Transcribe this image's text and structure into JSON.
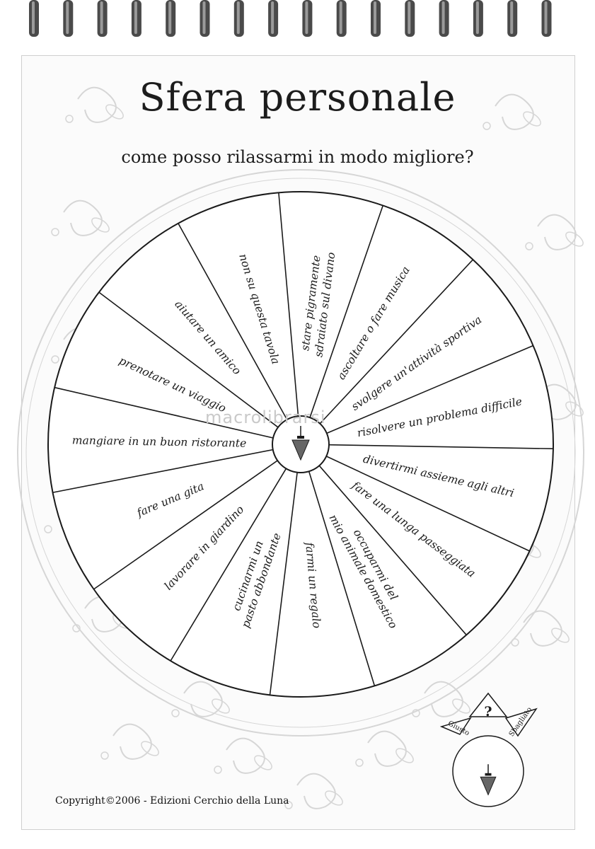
{
  "title": "Sfera personale",
  "subtitle": "come posso rilassarmi in modo migliore?",
  "watermark": "macrolibrarsi",
  "copyright": "Copyright©2006 - Edizioni Cerchio della Luna",
  "wheel_segments": [
    [
      "stare pigramente",
      "sdraiato sul divano"
    ],
    [
      "ascoltare o fare musica"
    ],
    [
      "svolgere un'attività sportiva"
    ],
    [
      "risolvere un problema difficile"
    ],
    [
      "divertirmi assieme agli altri"
    ],
    [
      "fare una lunga passeggiata"
    ],
    [
      "occuparmi del",
      "mio animale domestico"
    ],
    [
      "farmi un regalo"
    ],
    [
      "cucinarmi un",
      "pasto abbondante"
    ],
    [
      "lavorare in giardino"
    ],
    [
      "fare una gita"
    ],
    [
      "mangiare in un buon ristorante"
    ],
    [
      "prenotare un viaggio"
    ],
    [
      "aiutare un amico"
    ],
    [
      "non su questa tavola"
    ]
  ],
  "pendulum_legend": {
    "left": "Giusto",
    "center": "?",
    "right": "Sbagliato"
  },
  "colors": {
    "ink": "#1a1a1a",
    "ornament": "#d6d6d6",
    "wheel_fill": "#ffffff",
    "ring_metal": "#4a4a4a"
  }
}
